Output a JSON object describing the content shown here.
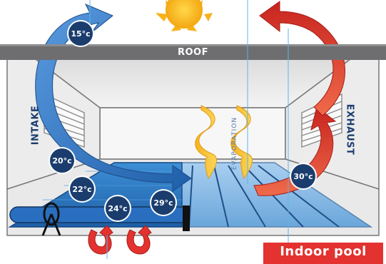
{
  "labels": {
    "roof": "ROOF",
    "intake": "INTAKE",
    "exhaust": "EXHAUST",
    "evaporation": "EVAPORATION",
    "badge": "Indoor pool"
  },
  "temperatures": {
    "intake_outside": "15°c",
    "intake_wall": "20°c",
    "air_low": "22°c",
    "cover": "24°c",
    "water": "29°c",
    "exhaust": "30°c"
  },
  "colors": {
    "roof": "#6e6e70",
    "cool_arrow": "#2f6fb8",
    "warm_arrow": "#e3322f",
    "badge": "#e3322f",
    "temp_circle": "#1b3d6e",
    "pool_water": "#7fb2de",
    "sun": "#f6b21a"
  },
  "icons": [
    "sun-icon",
    "vent-icon",
    "evaporation-spiral-icon",
    "pool-cover-roller-icon"
  ]
}
